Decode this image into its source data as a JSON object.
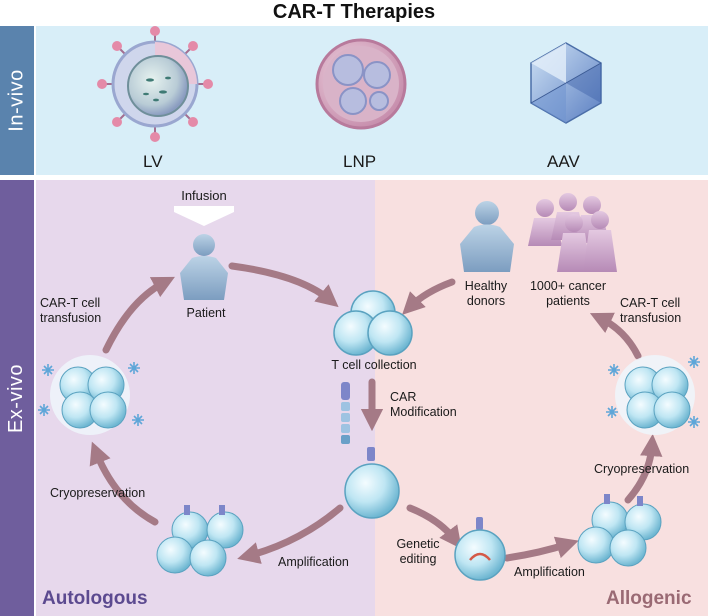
{
  "title": "CAR-T Therapies",
  "sections": {
    "in_vivo": "In-vivo",
    "ex_vivo": "Ex-vivo"
  },
  "vectors": [
    {
      "label": "LV",
      "icon": "lentivirus-icon"
    },
    {
      "label": "LNP",
      "icon": "lipid-nanoparticle-icon"
    },
    {
      "label": "AAV",
      "icon": "aav-capsid-icon"
    }
  ],
  "autologous": {
    "title": "Autologous",
    "infusion": "Infusion",
    "patient": "Patient",
    "transfusion": "CAR-T cell\ntransfusion",
    "cryopreservation": "Cryopreservation",
    "amplification": "Amplification"
  },
  "center": {
    "t_cell_collection": "T cell collection",
    "car_modification": "CAR\nModification"
  },
  "allogenic": {
    "title": "Allogenic",
    "healthy_donors": "Healthy\ndonors",
    "cancer_patients": "1000+ cancer\npatients",
    "transfusion": "CAR-T cell\ntransfusion",
    "cryopreservation": "Cryopreservation",
    "genetic_editing": "Genetic\nediting",
    "amplification": "Amplification"
  },
  "colors": {
    "band": "#5a83ad",
    "band_ex": "#6f5e9d",
    "in_vivo_bg": "#d8eef8",
    "autologous_bg": "#e7d8ec",
    "allogenic_bg": "#f8e0e0",
    "autologous_text": "#5c4a90",
    "allogenic_text": "#9a6a74",
    "arrow": "#a57a86"
  }
}
